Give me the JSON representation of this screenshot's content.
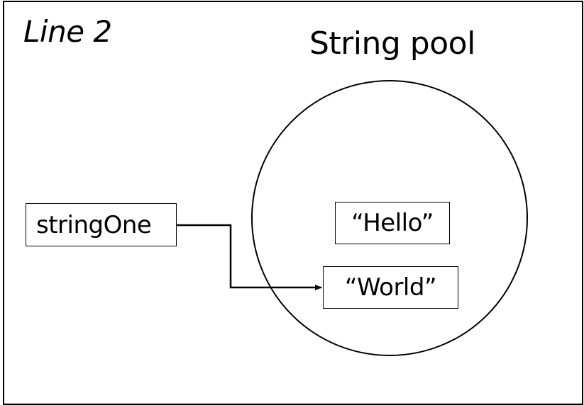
{
  "diagram": {
    "step_label": "Line 2",
    "pool_title": "String pool",
    "variable": {
      "name": "stringOne",
      "points_to": "“World”"
    },
    "pool_strings": [
      {
        "text": "“Hello”"
      },
      {
        "text": "“World”"
      }
    ]
  }
}
